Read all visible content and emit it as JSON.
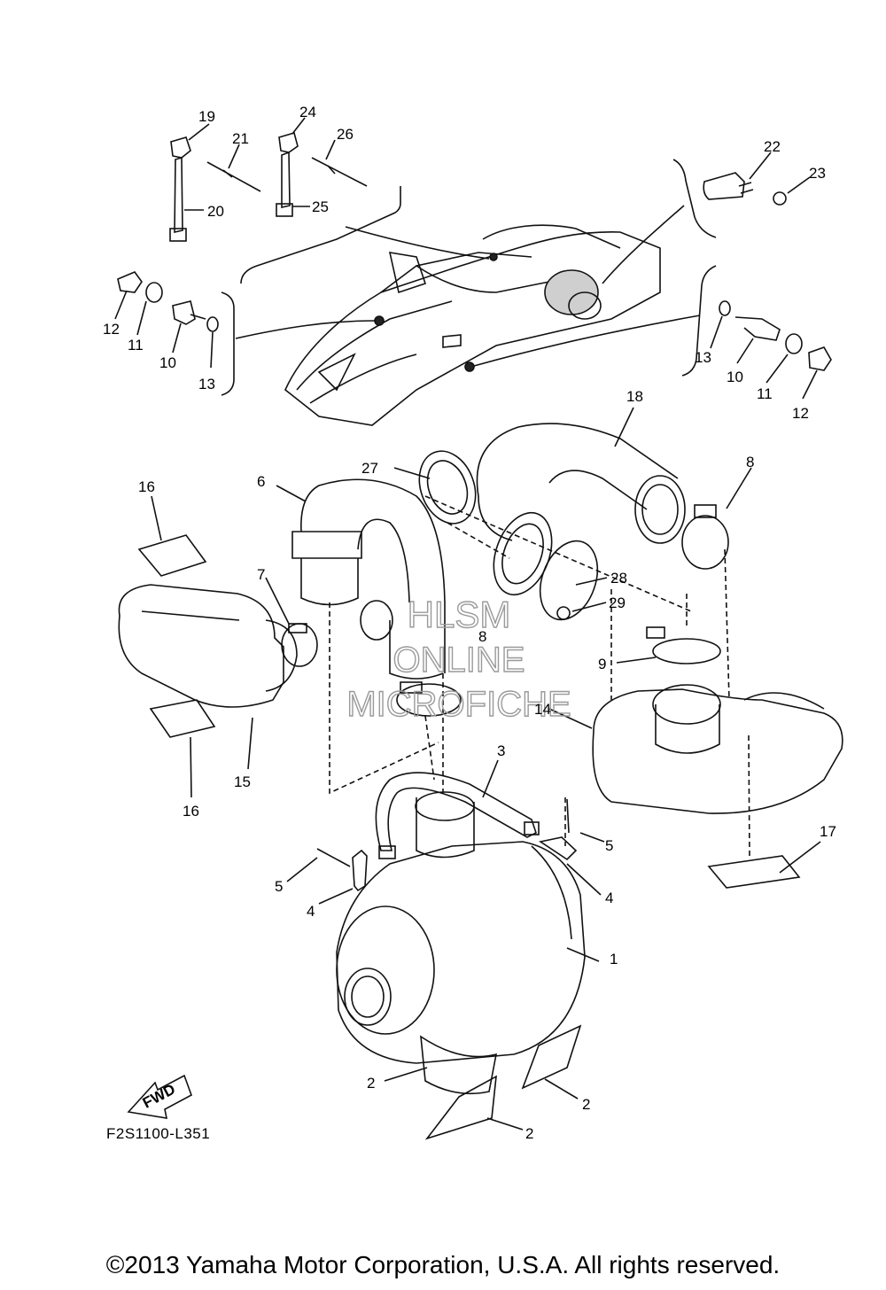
{
  "diagram": {
    "callouts": [
      "1",
      "2",
      "3",
      "4",
      "5",
      "6",
      "7",
      "8",
      "9",
      "10",
      "11",
      "12",
      "13",
      "14",
      "15",
      "16",
      "17",
      "18",
      "19",
      "20",
      "21",
      "22",
      "23",
      "24",
      "25",
      "26",
      "27",
      "28",
      "29"
    ],
    "code": "F2S1100-L351",
    "fwd_label": "FWD",
    "copyright": "©2013 Yamaha Motor Corporation, U.S.A. All rights reserved.",
    "watermark": [
      "HLSM",
      "ONLINE",
      "MICROFICHE"
    ]
  }
}
